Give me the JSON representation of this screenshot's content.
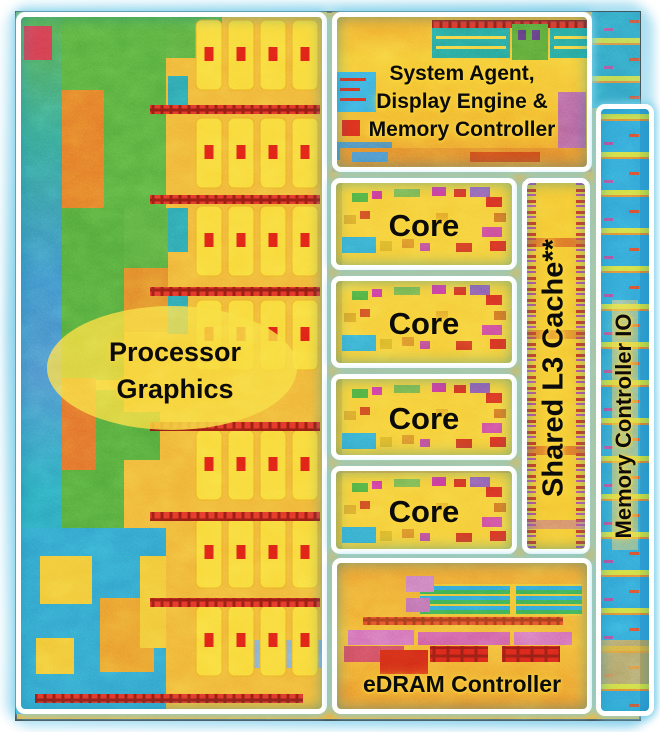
{
  "diagram": {
    "type": "cpu-die-map",
    "regions": {
      "processor_graphics": {
        "label_lines": [
          "Processor",
          "Graphics"
        ]
      },
      "system_agent": {
        "label_lines": [
          "System Agent,",
          "Display Engine &",
          "Memory Controller"
        ]
      },
      "cores": {
        "labels": [
          "Core",
          "Core",
          "Core",
          "Core"
        ]
      },
      "shared_l3_cache": {
        "label": "Shared L3 Cache**"
      },
      "memory_controller_io": {
        "label": "Memory Controller IO"
      },
      "edram_controller": {
        "label": "eDRAM Controller"
      }
    },
    "colors": {
      "halo": "#a6ddf0",
      "box_border": "#ffffff",
      "box_glow": "#7dd0ea",
      "label_text": "#0b0b0b",
      "label_glow": "#fcd840",
      "die_yellow": "#efb034",
      "die_bright_yellow": "#f7d431",
      "die_orange": "#e27426",
      "die_green": "#52a83a",
      "die_teal": "#26a096",
      "die_cyan": "#2f9fd4",
      "die_blue": "#4a8cc8",
      "die_red": "#d42818",
      "die_magenta": "#c03890"
    }
  }
}
